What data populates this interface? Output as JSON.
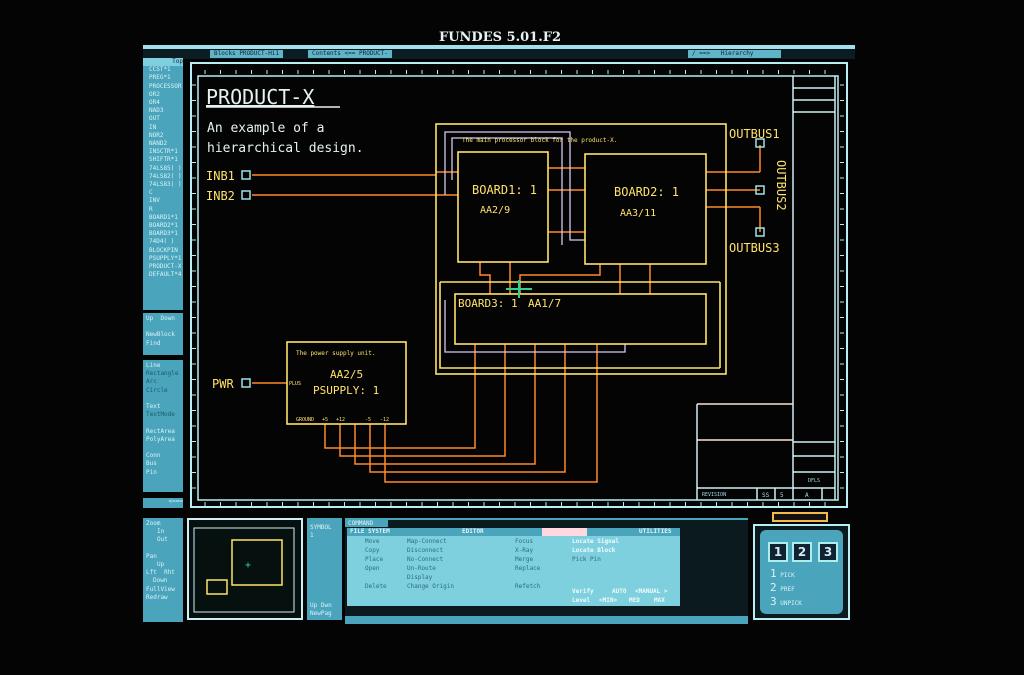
{
  "app": {
    "title": "FUNDES 5.01.F2"
  },
  "tabs": {
    "blocks": "Blocks",
    "blocks_val": "PRODUCT-Hi1",
    "contents": "Contents",
    "contents_val": "<== PRODUCT-",
    "hier_arrow": "/ ==>",
    "hierarchy": "Hierarchy"
  },
  "library": {
    "header": "Top",
    "items": [
      "CCST*1",
      "PREG*1",
      "PROCESSOR",
      "OR2",
      "OR4",
      "NAD3",
      "OUT",
      "IN",
      "NOR2",
      "NAND2",
      "INSCTR*1",
      "SHIFTR*1",
      "74LS85( )",
      "74LS82( )",
      "74LS83( )",
      "C",
      "INV",
      "R",
      "BOARD1*1",
      "BOARD2*1",
      "BOARD3*1",
      "74D4( )",
      "BLOCKPIN",
      "PSUPPLY*1",
      "PRODUCT-X",
      "DEFAULT*4"
    ]
  },
  "nav": {
    "up": "Up",
    "down": "Down",
    "newblock": "NewBlock",
    "find": "Find"
  },
  "draw_tools": {
    "line": "Line",
    "rectangle": "Rectangle",
    "arc": "Arc",
    "circle": "Circle",
    "text": "Text",
    "textmode": "TextMode",
    "rectarea": "RectArea",
    "polyarea": "PolyArea",
    "conn": "Conn",
    "bus": "Bus",
    "pin": "Pin",
    "back": "<==="
  },
  "view": {
    "zoom": "Zoom",
    "in": "In",
    "out": "Out",
    "pan": "Pan",
    "up": "Up",
    "left": "Lft",
    "right": "Rht",
    "down": "Down",
    "fullview": "FullView",
    "redraw": "Redraw"
  },
  "symbol": {
    "label": "SYMBOL",
    "value": "1",
    "up": "Up",
    "down": "Dwn",
    "newpag": "NewPag"
  },
  "schematic": {
    "title": "PRODUCT-X",
    "desc1": "An example of a",
    "desc2": "hierarchical design.",
    "main_block": "The main processor block for the product-X.",
    "board1": "BOARD1: 1",
    "board1_ref": "AA2/9",
    "board2": "BOARD2: 1",
    "board2_ref": "AA3/11",
    "board3": "BOARD3: 1",
    "board3_ref": "AA1/7",
    "psu_title": "The power supply unit.",
    "psu_ref": "AA2/5",
    "psu_name": "PSUPPLY: 1",
    "psu_pins": [
      "GROUND",
      "+5",
      "+12",
      "-5",
      "-12"
    ],
    "psu_in": "PLUS",
    "inb1": "INB1",
    "inb2": "INB2",
    "pwr": "PWR",
    "outbus1": "OUTBUS1",
    "outbus2": "OUTBUS2",
    "outbus3": "OUTBUS3"
  },
  "titleblock": {
    "rev": "REVISION",
    "sheet": "SS",
    "num": "5",
    "size": "A",
    "dfile": "DFLS"
  },
  "command": {
    "label": "COMMAND",
    "headers": [
      "FILE SYSTEM",
      "EDITOR",
      "",
      "UTILITIES"
    ],
    "col1": [
      "Move",
      "Copy",
      "Place",
      "Open",
      "",
      "Delete"
    ],
    "col2": [
      "Map-Connect",
      "Disconnect",
      "No-Connect",
      "Un-Route",
      "Display",
      "Change Origin"
    ],
    "col3": [
      "Focus",
      "X-Ray",
      "Merge",
      "Replace",
      "",
      "Refetch"
    ],
    "col4": [
      "Locate Signal",
      "Locate Block",
      "Pick Pin"
    ],
    "verify": "Verify",
    "auto": "AUTO",
    "manual": "<MANUAL >",
    "level": "Level",
    "min": "<MIN>",
    "med": "MED",
    "max": "MAX"
  },
  "mouse": {
    "keys": [
      "1",
      "2",
      "3"
    ],
    "actions": [
      "PICK",
      "PREF",
      "UNPICK"
    ]
  },
  "colors": {
    "wire": "#ff8a2a",
    "block": "#ffe36a",
    "frame": "#b9eef4",
    "panel": "#4aa4bc"
  }
}
